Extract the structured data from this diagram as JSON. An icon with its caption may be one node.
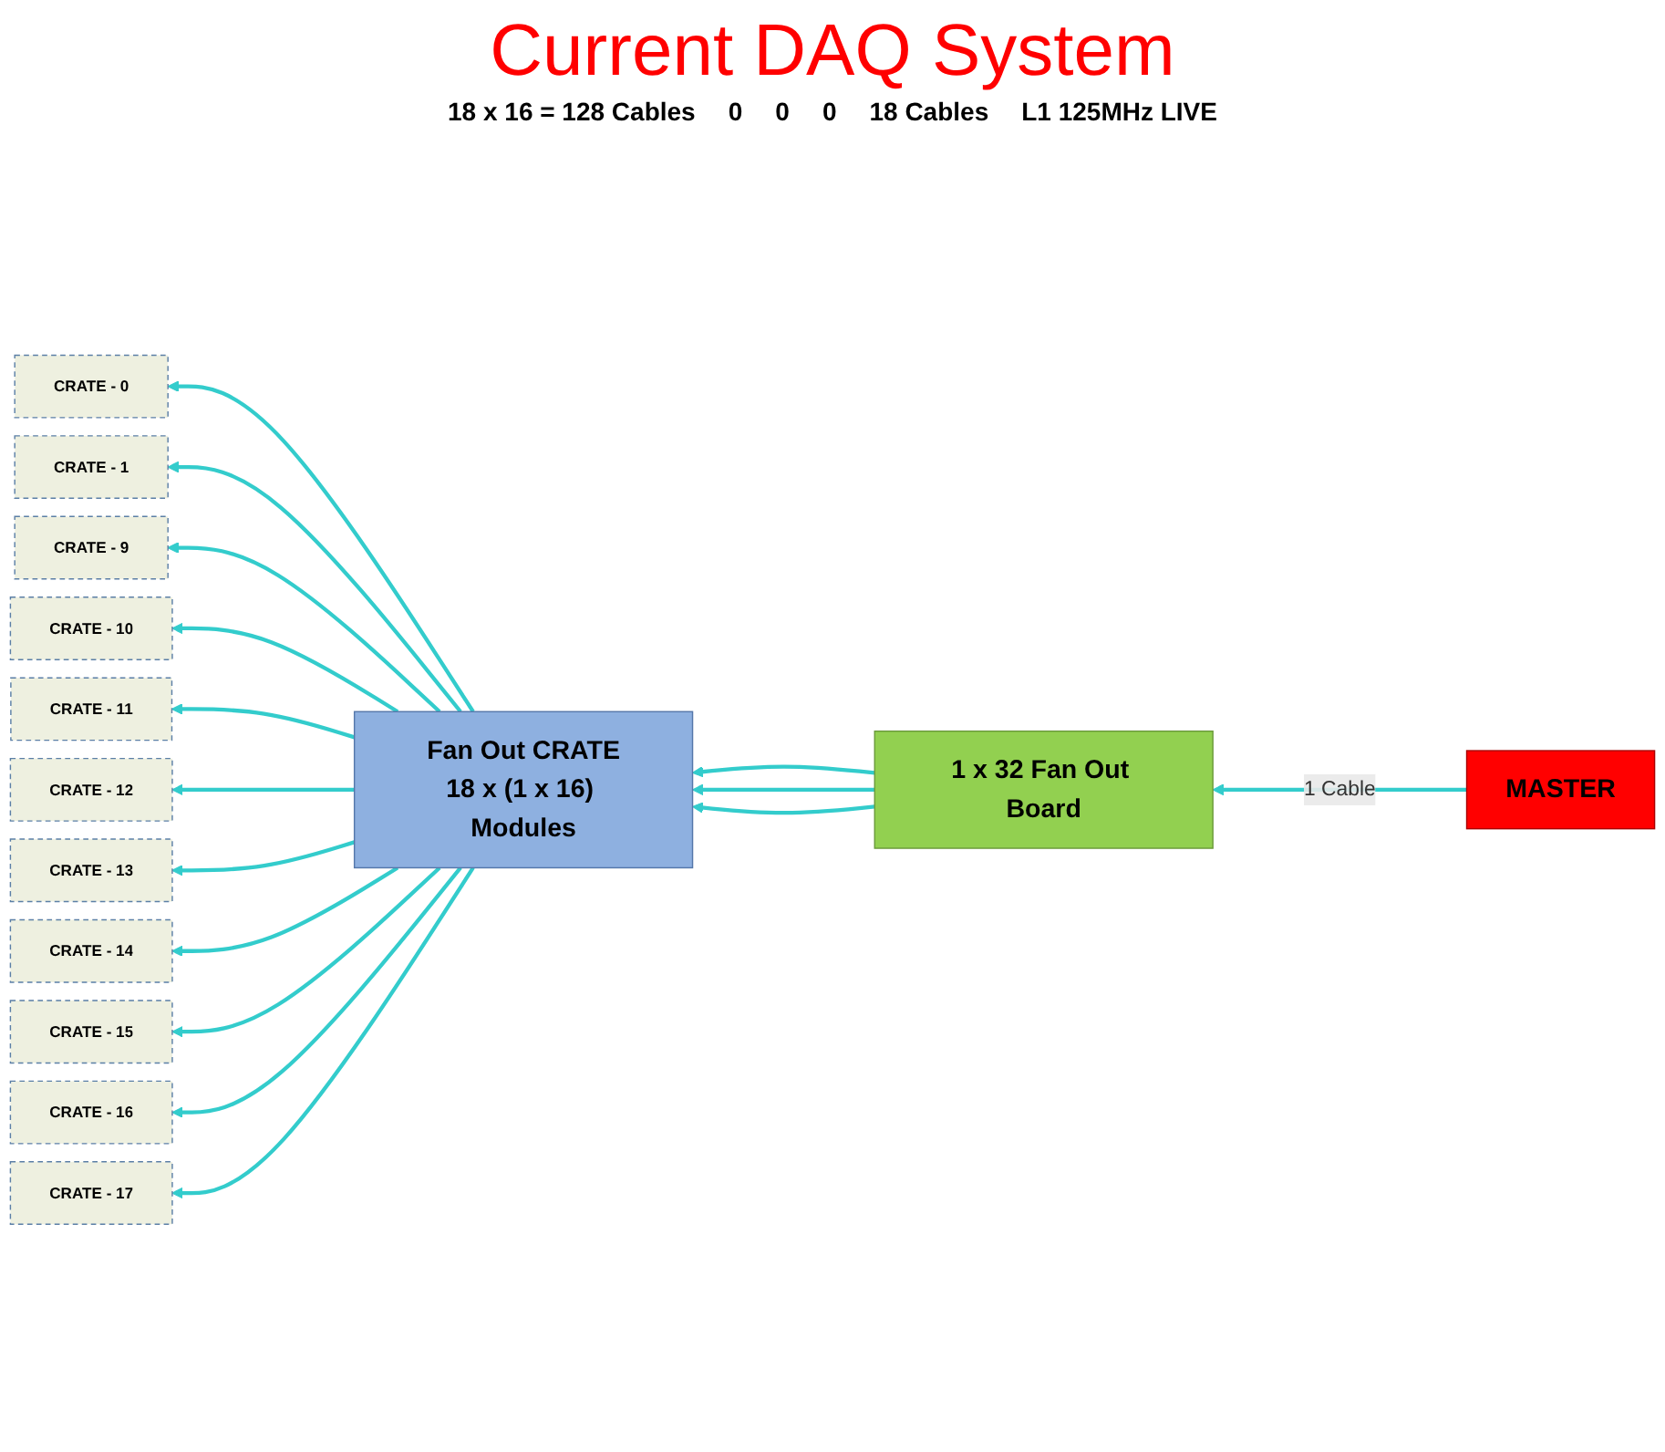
{
  "diagram": {
    "title": "Current DAQ System",
    "nodes": [
      {
        "text": [
          "CRATE - 0"
        ]
      },
      {
        "text": [
          "CRATE - 1"
        ]
      },
      {
        "text": [
          "CRATE - 9"
        ]
      },
      {
        "text": [
          "CRATE - 10"
        ]
      },
      {
        "text": [
          "CRATE - 11"
        ]
      },
      {
        "text": [
          "CRATE - 12"
        ]
      },
      {
        "text": [
          "CRATE - 13"
        ]
      },
      {
        "text": [
          "CRATE - 14"
        ]
      },
      {
        "text": [
          "CRATE - 15"
        ]
      },
      {
        "text": [
          "CRATE - 16"
        ]
      },
      {
        "text": [
          "CRATE - 17"
        ]
      },
      {
        "text": [
          "Fan Out CRATE",
          "18 x (1 x 16) Modules"
        ]
      },
      {
        "text": [
          "1 x 32 Fan Out Board"
        ]
      },
      {
        "text": [
          "MASTER"
        ]
      }
    ],
    "edges": [
      {
        "from": 11,
        "to": 0,
        "arrow": "to"
      },
      {
        "from": 11,
        "to": 1,
        "arrow": "to"
      },
      {
        "from": 11,
        "to": 2,
        "arrow": "to"
      },
      {
        "from": 11,
        "to": 3,
        "arrow": "to"
      },
      {
        "from": 11,
        "to": 4,
        "arrow": "to"
      },
      {
        "from": 11,
        "to": 5,
        "arrow": "to"
      },
      {
        "from": 11,
        "to": 6,
        "arrow": "to"
      },
      {
        "from": 11,
        "to": 7,
        "arrow": "to"
      },
      {
        "from": 11,
        "to": 8,
        "arrow": "to"
      },
      {
        "from": 11,
        "to": 9,
        "arrow": "to"
      },
      {
        "from": 11,
        "to": 10,
        "arrow": "to"
      },
      {
        "from": 12,
        "to": 11,
        "arrow": "to"
      },
      {
        "from": 12,
        "to": 11,
        "arrow": "to"
      },
      {
        "from": 12,
        "to": 11,
        "arrow": "to"
      },
      {
        "from": 13,
        "to": 12,
        "arrow": "to",
        "label": "1 Cable"
      }
    ],
    "labels": [
      "18 x 16 = 128 Cables",
      "0",
      "0",
      "0",
      "18 Cables",
      "L1 125MHz LIVE"
    ]
  }
}
